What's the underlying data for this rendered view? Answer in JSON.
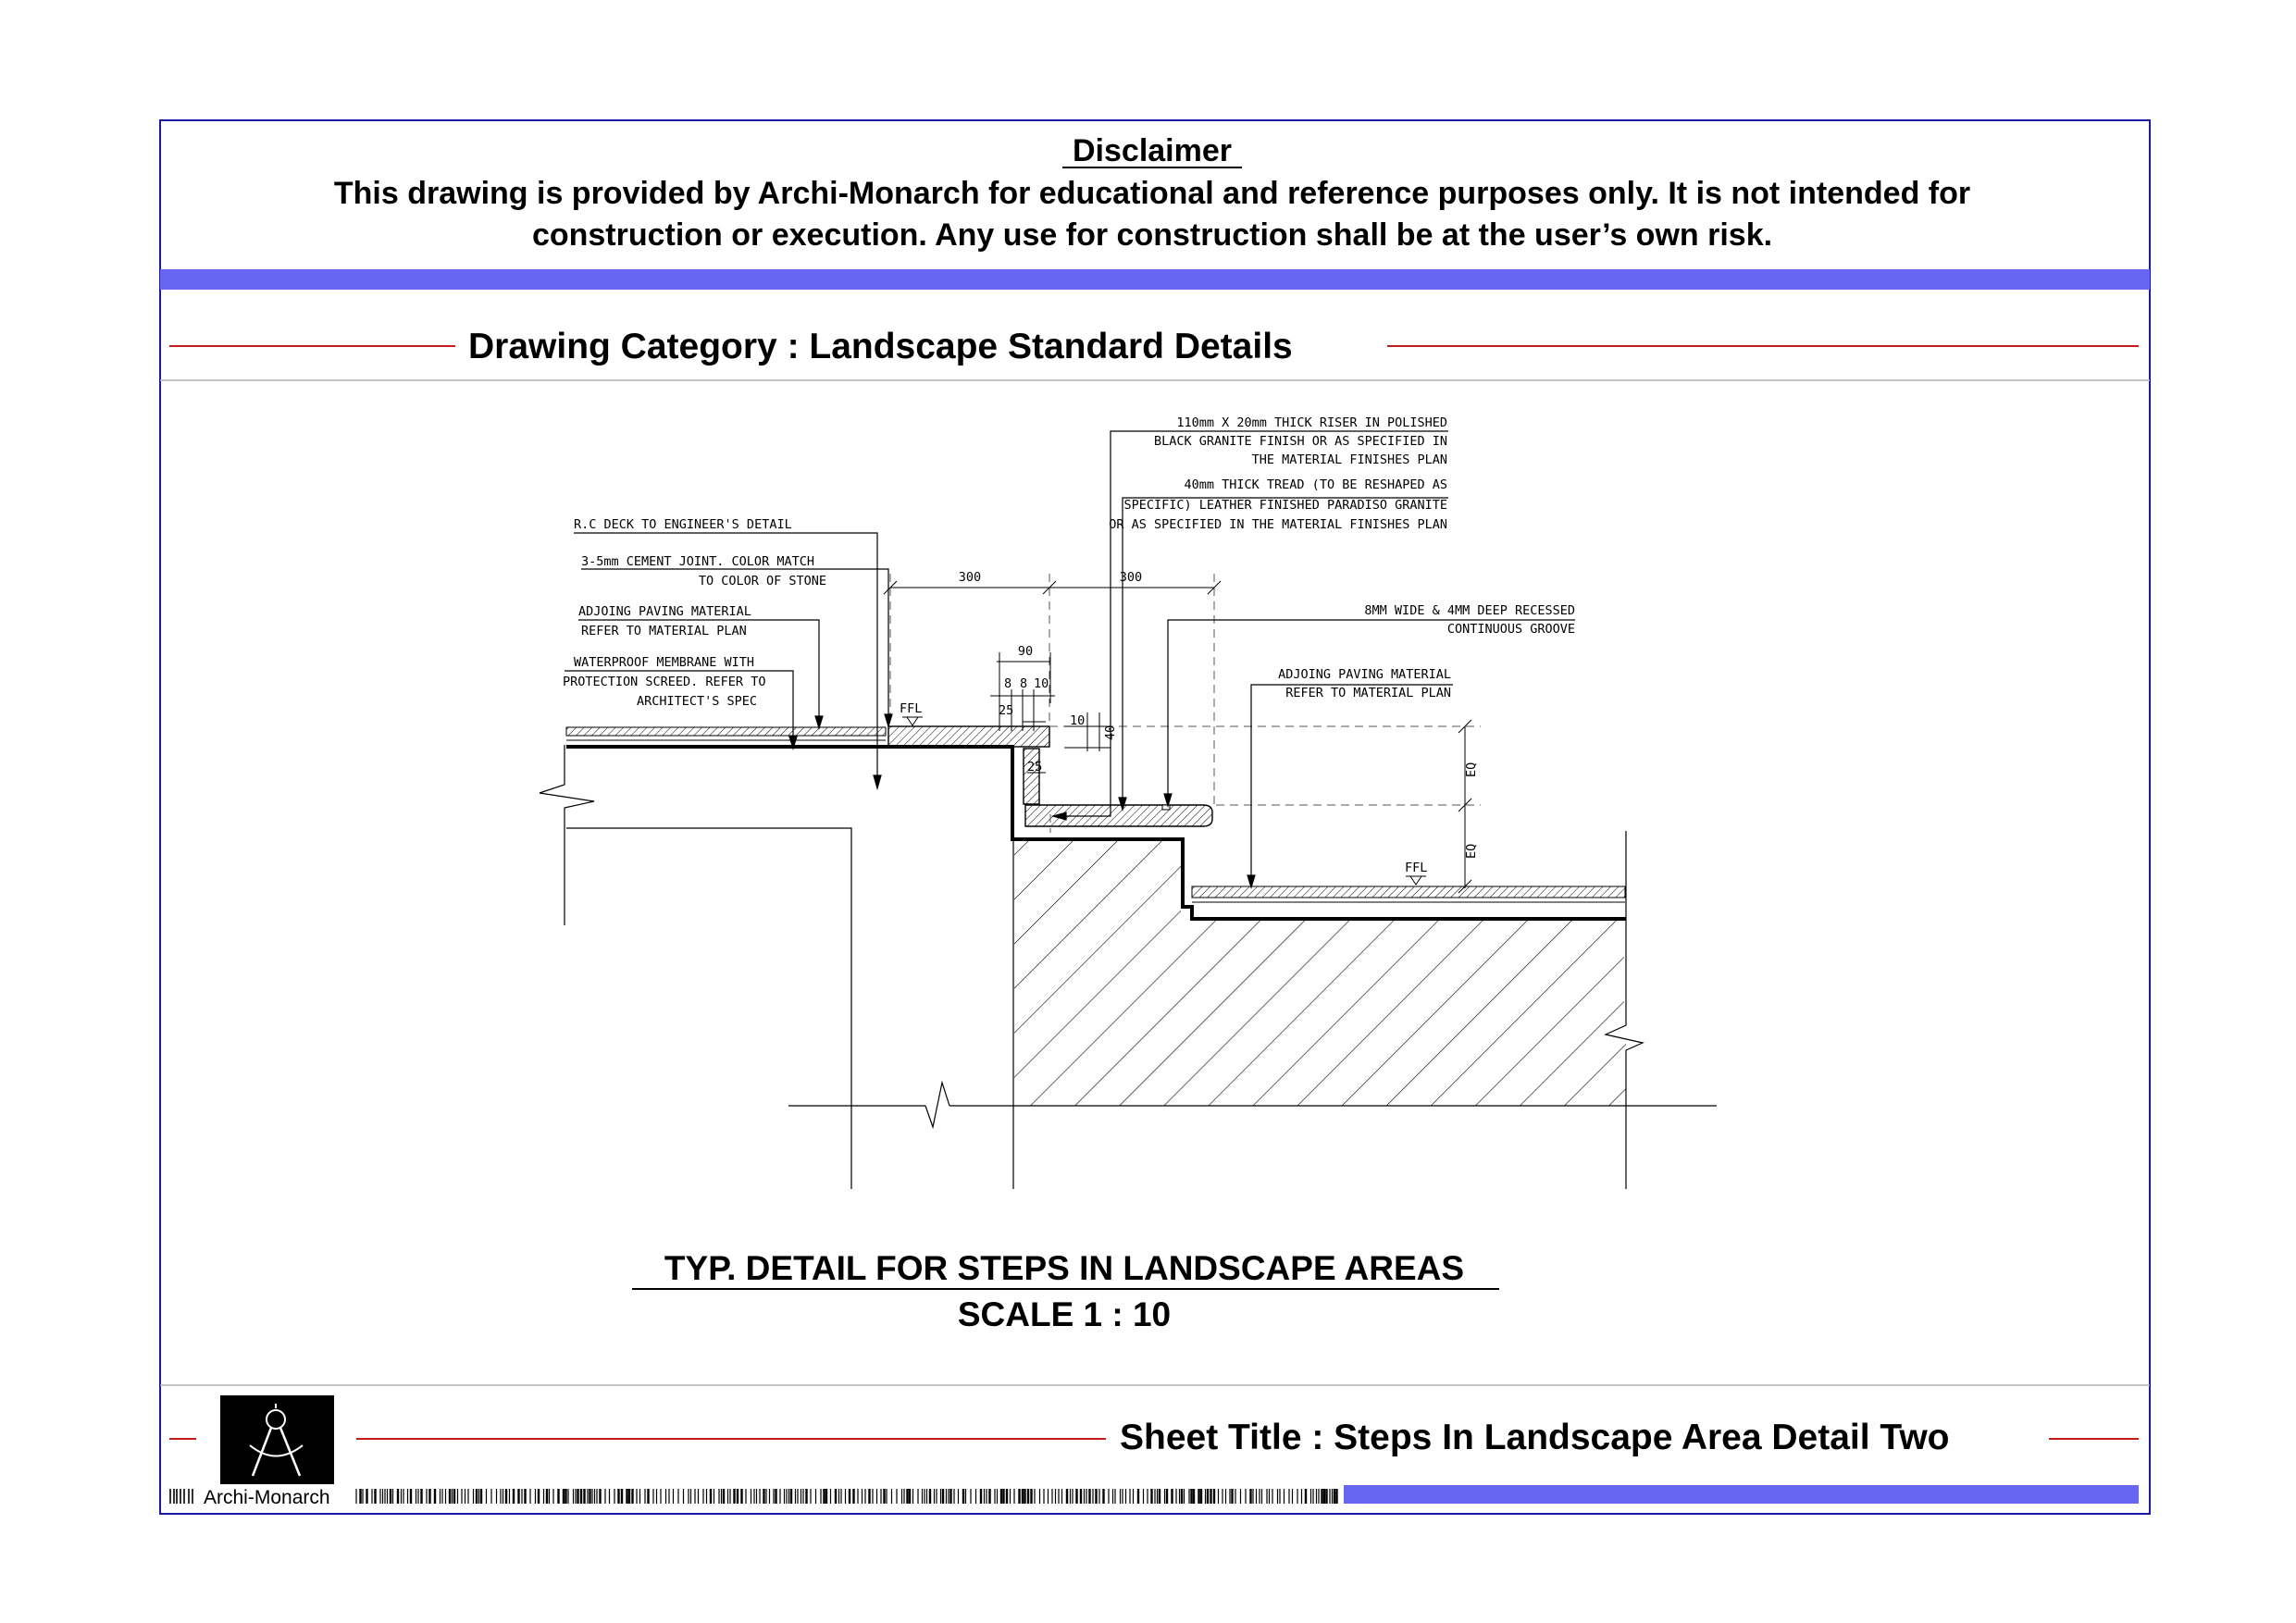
{
  "disclaimer": {
    "heading": "Disclaimer",
    "line1": "This drawing is provided by Archi-Monarch for educational and reference purposes only. It is not intended for",
    "line2": "construction or execution. Any use for construction shall be at the user’s own risk."
  },
  "category": {
    "title": "Drawing Category : Landscape Standard Details"
  },
  "detail": {
    "title": "TYP. DETAIL FOR STEPS IN LANDSCAPE AREAS",
    "scale": "SCALE 1  : 10"
  },
  "footer": {
    "sheet_title": "Sheet Title : Steps In Landscape Area Detail Two",
    "logo_text": "Archi-Monarch"
  },
  "annotations": {
    "rc_deck": "R.C DECK TO ENGINEER'S DETAIL",
    "cement_joint_1": "3-5mm CEMENT JOINT.  COLOR MATCH",
    "cement_joint_2": "TO COLOR OF STONE",
    "paving_left_1": "ADJOING PAVING MATERIAL",
    "paving_left_2": "REFER TO MATERIAL PLAN",
    "membrane_1": "WATERPROOF MEMBRANE WITH",
    "membrane_2": "PROTECTION SCREED. REFER TO",
    "membrane_3": "ARCHITECT'S SPEC",
    "riser_1": "110mm X 20mm THICK RISER IN POLISHED",
    "riser_2": "BLACK GRANITE FINISH OR AS SPECIFIED IN",
    "riser_3": "THE MATERIAL FINISHES PLAN",
    "tread_1": "40mm THICK TREAD  (TO BE RESHAPED AS",
    "tread_2": "SPECIFIC) LEATHER FINISHED PARADISO GRANITE",
    "tread_3": "OR AS SPECIFIED IN THE MATERIAL FINISHES PLAN",
    "groove_1": "8MM WIDE & 4MM DEEP RECESSED",
    "groove_2": "CONTINUOUS GROOVE",
    "paving_right_1": "ADJOING PAVING MATERIAL",
    "paving_right_2": "REFER TO MATERIAL PLAN",
    "ffl_upper": "FFL",
    "ffl_lower": "FFL"
  },
  "dimensions": {
    "d300_left": "300",
    "d300_right": "300",
    "d90": "90",
    "d8": "8",
    "d8b": "8",
    "d10": "10",
    "d25": "25",
    "d10_side": "10",
    "d40": "40",
    "d25_riser": "25",
    "eq_upper": "EQ",
    "eq_lower": "EQ"
  },
  "colors": {
    "frame": "#1a1aa6",
    "accent_band": "#6666f2",
    "red_rule": "#c41a1a",
    "line": "#000000",
    "hidden_line": "#555555"
  }
}
